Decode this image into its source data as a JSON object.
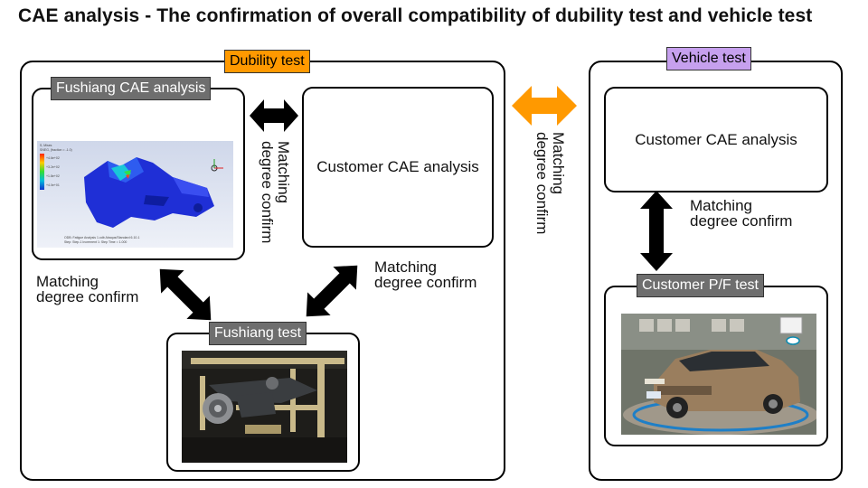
{
  "title": "CAE analysis - The confirmation of overall compatibility of dubility test and vehicle test",
  "durability_panel": {
    "tag": "Dubility test",
    "fushiang_cae_tag": "Fushiang  CAE analysis",
    "customer_cae": "Customer  CAE analysis",
    "fushiang_test_tag": "Fushiang  test",
    "matching_vertical": "Matching\ndegree confirm",
    "matching_left": [
      "Matching",
      "degree confirm"
    ],
    "matching_right": [
      "Matching",
      "degree confirm"
    ]
  },
  "between_panels": {
    "matching_vertical": "Matching\ndegree confirm"
  },
  "vehicle_panel": {
    "tag": "Vehicle  test",
    "customer_cae": "Customer  CAE analysis",
    "matching": [
      "Matching",
      "degree confirm"
    ],
    "customer_pf_tag": "Customer P/F test"
  },
  "colors": {
    "orange": "#ff9900",
    "purple": "#c6a0ee",
    "gray_tag": "#6e6e6e",
    "black_arrow": "#000000"
  },
  "icons": {
    "fea_image": "fea-stress-plot",
    "rig_image": "test-rig-photo",
    "car_image": "car-on-turntable-photo"
  }
}
